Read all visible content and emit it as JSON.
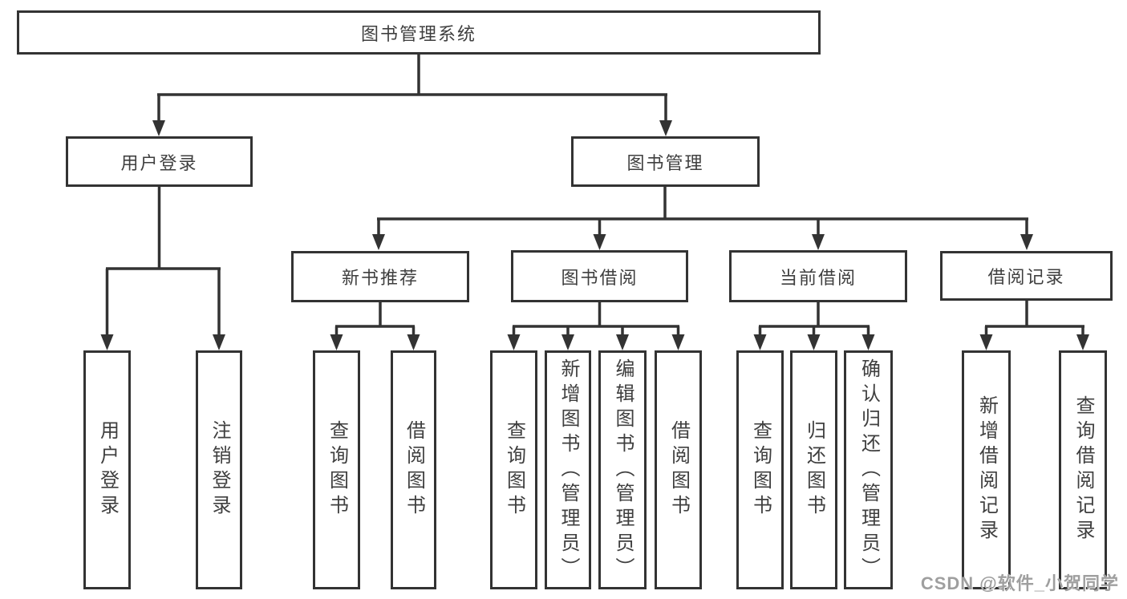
{
  "colors": {
    "line": "#333333",
    "box_border": "#333333",
    "box_background": "#ffffff",
    "text": "#3f3f3f",
    "watermark_text": "#9f9f9f"
  },
  "diagram": {
    "root": {
      "label": "图书管理系统",
      "children": [
        {
          "label": "用户登录",
          "children": [
            {
              "label": "用户登录"
            },
            {
              "label": "注销登录"
            }
          ]
        },
        {
          "label": "图书管理",
          "children": [
            {
              "label": "新书推荐",
              "children": [
                {
                  "label": "查询图书"
                },
                {
                  "label": "借阅图书"
                }
              ]
            },
            {
              "label": "图书借阅",
              "children": [
                {
                  "label": "查询图书"
                },
                {
                  "label": "新增图书（管理员）"
                },
                {
                  "label": "编辑图书（管理员）"
                },
                {
                  "label": "借阅图书"
                }
              ]
            },
            {
              "label": "当前借阅",
              "children": [
                {
                  "label": "查询图书"
                },
                {
                  "label": "归还图书"
                },
                {
                  "label": "确认归还（管理员）"
                }
              ]
            },
            {
              "label": "借阅记录",
              "children": [
                {
                  "label": "新增借阅记录"
                },
                {
                  "label": "查询借阅记录"
                }
              ]
            }
          ]
        }
      ]
    }
  },
  "watermark": {
    "text": "CSDN @软件_小贺同学"
  }
}
